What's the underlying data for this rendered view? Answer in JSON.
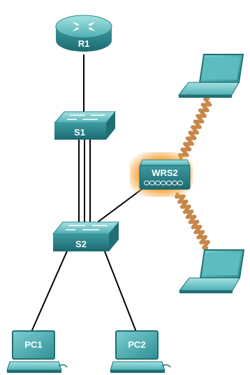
{
  "devices": {
    "router": {
      "label": "R1",
      "icon": "router-icon"
    },
    "switch1": {
      "label": "S1",
      "icon": "switch-icon"
    },
    "switch2": {
      "label": "S2",
      "icon": "switch-icon"
    },
    "wireless_router": {
      "label": "WRS2",
      "icon": "wireless-router-icon"
    },
    "pc1": {
      "label": "PC1",
      "icon": "desktop-pc-icon"
    },
    "pc2": {
      "label": "PC2",
      "icon": "desktop-pc-icon"
    },
    "laptop_top": {
      "label": "",
      "icon": "laptop-icon"
    },
    "laptop_bottom": {
      "label": "",
      "icon": "laptop-icon"
    }
  },
  "colors": {
    "device_teal": "#3f9ea3",
    "device_teal_dark": "#1f6f74",
    "device_teal_light": "#8fd3d4",
    "wire": "#000000",
    "wireless_link": "#c7874a",
    "wireless_glow": "#f0a23c"
  }
}
